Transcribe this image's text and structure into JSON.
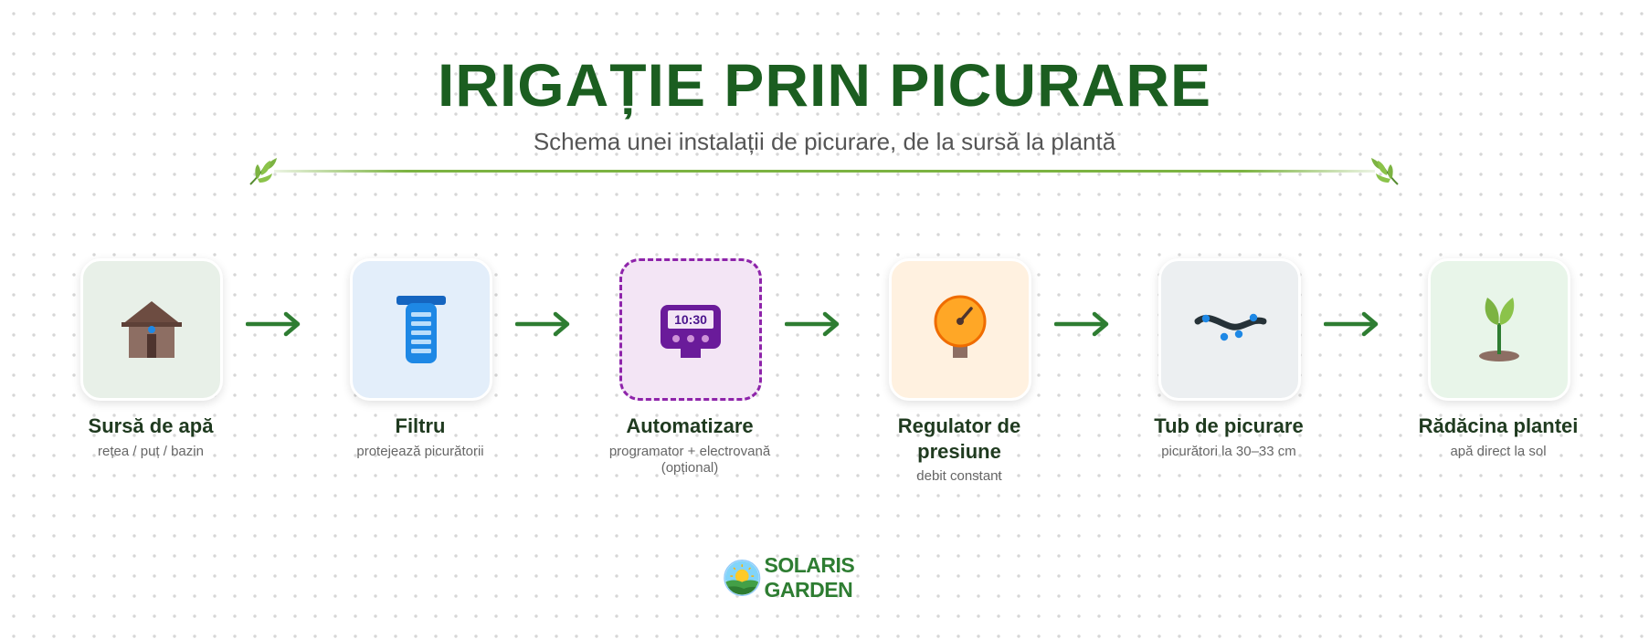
{
  "title": "IRIGAȚIE PRIN PICURARE",
  "subtitle": "Schema unei instalații de picurare, de la sursă la plantă",
  "steps": [
    {
      "label": "Sursă de apă",
      "desc": "rețea / puț / bazin",
      "icon": "house-icon",
      "bg": "#e8f0e8"
    },
    {
      "label": "Filtru",
      "desc": "protejează picurătorii",
      "icon": "filter-icon",
      "bg": "#e3eefa"
    },
    {
      "label": "Automatizare",
      "desc": "programator + electrovană (opțional)",
      "icon": "timer-controller-icon",
      "bg": "#f3e5f5",
      "clock": "10:30"
    },
    {
      "label": "Regulator de presiune",
      "desc": "debit constant",
      "icon": "pressure-gauge-icon",
      "bg": "#fff1e0"
    },
    {
      "label": "Tub de picurare",
      "desc": "picurători la 30–33 cm",
      "icon": "drip-tube-icon",
      "bg": "#eceff1"
    },
    {
      "label": "Rădăcina plantei",
      "desc": "apă direct la sol",
      "icon": "sprout-icon",
      "bg": "#e8f5e9"
    }
  ],
  "logo": {
    "text": "SOLARIS GARDEN"
  },
  "colors": {
    "title": "#1b5e20",
    "arrow": "#2e7d32",
    "divider": "#7cb342",
    "dashed_border": "#8e24aa"
  }
}
